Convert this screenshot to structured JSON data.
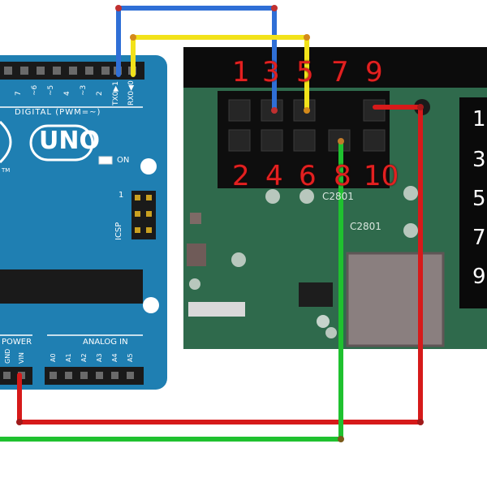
{
  "arduino": {
    "logo": "UNO",
    "on_label": "ON",
    "icsp_label": "ICSP",
    "icsp_pin": "1",
    "digital_label": "DIGITAL (PWM=~)",
    "power_label": "POWER",
    "analog_label": "ANALOG IN",
    "tm": "TM",
    "digital_pins": [
      "7",
      "~6",
      "~5",
      "4",
      "~3",
      "2",
      "TX0▶1",
      "RX0◀0"
    ],
    "power_pins": [
      "GND",
      "VIN"
    ],
    "analog_pins": [
      "A0",
      "A1",
      "A2",
      "A3",
      "A4",
      "A5"
    ]
  },
  "module": {
    "top_pin_numbers": [
      "1",
      "3",
      "5",
      "7",
      "9"
    ],
    "bottom_pin_numbers": [
      "2",
      "4",
      "6",
      "8",
      "10"
    ],
    "chip_labels": [
      "C2801",
      "C2801"
    ],
    "side_numbers": [
      "1:",
      "3",
      "5",
      "7",
      "9"
    ]
  },
  "wires": [
    {
      "color": "#2f6fd6",
      "name": "blue"
    },
    {
      "color": "#f2e21a",
      "name": "yellow"
    },
    {
      "color": "#d61a1a",
      "name": "red"
    },
    {
      "color": "#1fc12f",
      "name": "green"
    }
  ]
}
